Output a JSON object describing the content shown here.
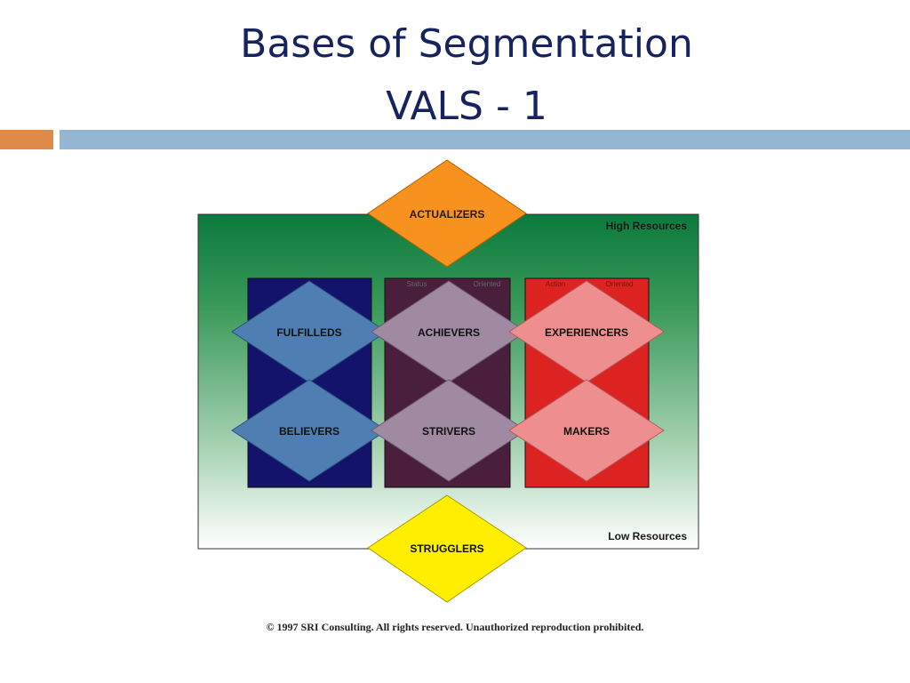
{
  "slide": {
    "title_line1": "Bases of Segmentation",
    "title_line2": "VALS - 1"
  },
  "diagram": {
    "top_segment": "ACTUALIZERS",
    "bottom_segment": "STRUGGLERS",
    "high_label": "High Resources",
    "low_label": "Low Resources",
    "column_headers": {
      "middle_left": "Status",
      "middle_right": "Oriented",
      "right_left": "Action",
      "right_right": "Oriented"
    },
    "segments": {
      "fulfilleds": "FULFILLEDS",
      "achievers": "ACHIEVERS",
      "experiencers": "EXPERIENCERS",
      "believers": "BELIEVERS",
      "strivers": "STRIVERS",
      "makers": "MAKERS"
    },
    "colors": {
      "actualizers": "#f7921e",
      "strugglers": "#ffee00",
      "principle_column": "#13136b",
      "status_column": "#4a1f3c",
      "action_column": "#dd2222",
      "principle_diamond": "#4f7fb2",
      "status_diamond": "#9f8aa2",
      "action_diamond": "#ee8e8e"
    }
  },
  "footer": {
    "copyright": "© 1997 SRI Consulting. All rights reserved. Unauthorized reproduction prohibited."
  }
}
